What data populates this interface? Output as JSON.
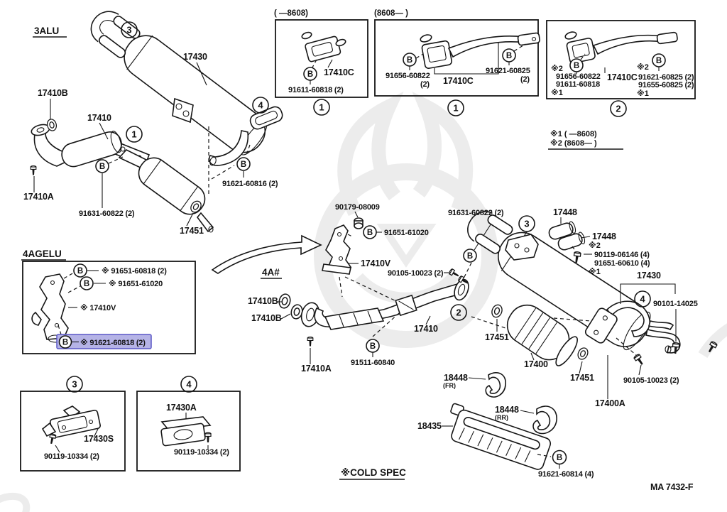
{
  "palette": {
    "ink": "#161616",
    "highlight_fill": "#b5b3e6",
    "highlight_border": "#5a57c6"
  },
  "callouts": {
    "c1": "1",
    "c2": "2",
    "c3": "3",
    "c4": "4",
    "bolt": "B"
  },
  "sections": {
    "alu3": {
      "engine": "3ALU",
      "muffler": "17430",
      "gasket": "17410B",
      "front_pipe": "17410",
      "nut": "17410A",
      "clamp_bolt": "91631-60822 (2)",
      "tail_gasket": "17451",
      "tail_bolt": "91621-60816 (2)"
    },
    "inset_early": {
      "header": "(      —8608)",
      "bracket": "17410C",
      "bolt": "91611-60818 (2)"
    },
    "inset_late": {
      "header": "(8608—      )",
      "left_bolt": "91656-60822",
      "left_qty": "(2)",
      "bracket": "17410C",
      "right_bolt": "91621-60825",
      "right_qty": "(2)"
    },
    "inset_combo": {
      "l_mark2": "※2",
      "l_p1": "91656-60822",
      "l_p2": "91611-60818",
      "l_mark1": "※1",
      "bracket": "17410C",
      "r_mark2": "※2",
      "r_p1": "91621-60825 (2)",
      "r_p2": "91655-60825 (2)",
      "r_mark1": "※1"
    },
    "notes": {
      "line1": "※1 (      —8608)",
      "line2": "※2 (8608—      )"
    },
    "agelu": {
      "engine": "4AGELU",
      "row_b1": "※ 91651-60818 (2)",
      "row_b2": "※ 91651-61020",
      "bracket": "※ 17410V",
      "row_highlight": "※ 91621-60818 (2)"
    },
    "mid": {
      "engine": "4A#",
      "cushion": "90179-08009",
      "bolt1": "91651-61020",
      "bracket": "17410V",
      "gasket1": "17410B",
      "gasket2": "17410B",
      "nut": "17410A",
      "clamp": "91511-60840",
      "pipe": "17410",
      "stud": "90105-10023 (2)",
      "bolt2": "91631-60822 (2)"
    },
    "right": {
      "hanger1": "17448",
      "hanger2": "17448",
      "mark2": "※2",
      "cushion_bolt": "90119-06146 (4)",
      "cushion_bolt2": "91651-60610 (4)",
      "mark1": "※1",
      "muffler": "17430",
      "tail_bolt": "90101-14025",
      "stud": "90105-10023 (2)",
      "gasket_front": "17451",
      "cat": "17400",
      "gasket_rear": "17451",
      "bracket": "17400A",
      "hanger_fr": "18448",
      "fr": "(FR)",
      "hanger_rr": "18448",
      "rr": "(RR)",
      "shield": "18435",
      "shield_bolt": "91621-60814 (4)"
    },
    "inset_s": {
      "part": "17430S",
      "bolt": "90119-10334 (2)"
    },
    "inset_a": {
      "part": "17430A",
      "bolt": "90119-10334 (2)"
    },
    "footer": {
      "cold_spec": "※COLD SPEC",
      "doc_code": "MA 7432-F"
    }
  }
}
